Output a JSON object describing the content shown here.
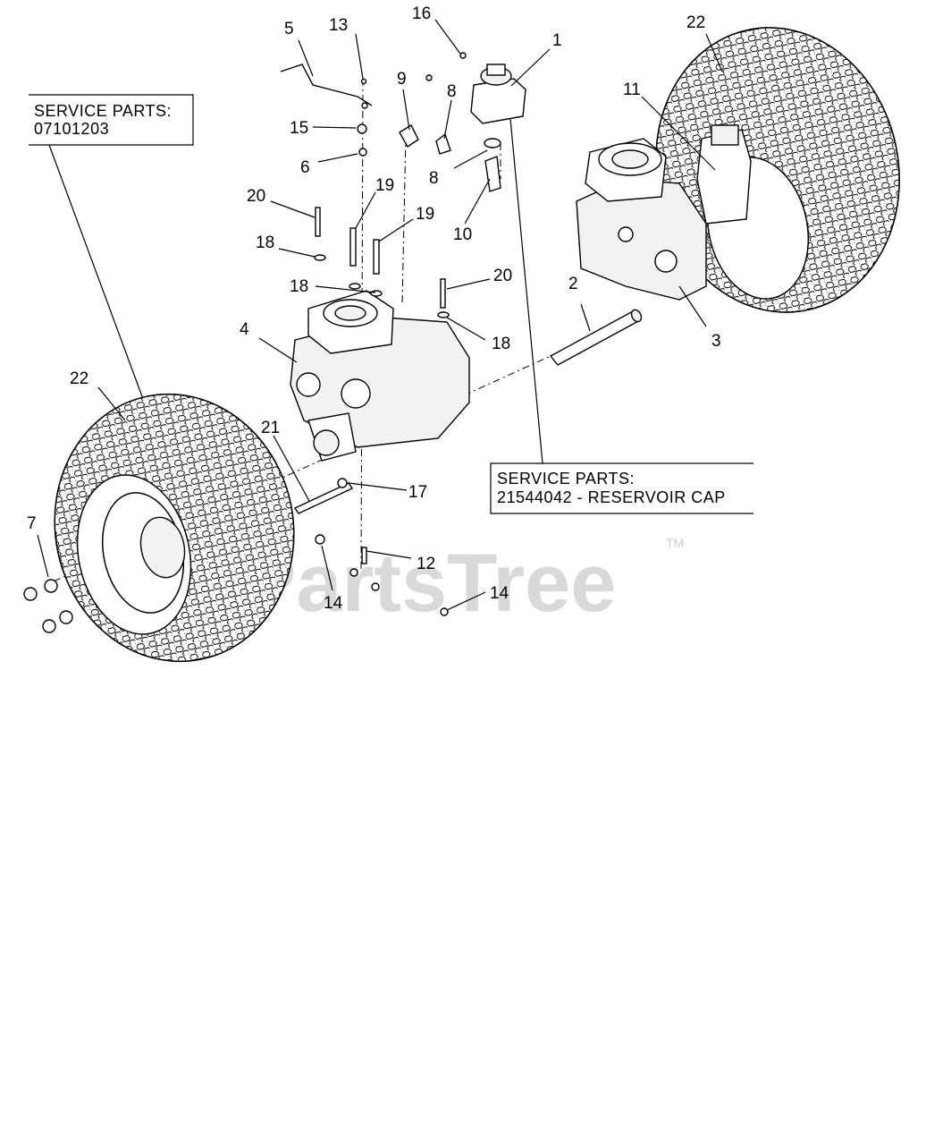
{
  "callouts": [
    {
      "id": "c1",
      "text": "1"
    },
    {
      "id": "c2",
      "text": "2"
    },
    {
      "id": "c3",
      "text": "3"
    },
    {
      "id": "c4",
      "text": "4"
    },
    {
      "id": "c5",
      "text": "5"
    },
    {
      "id": "c6",
      "text": "6"
    },
    {
      "id": "c7",
      "text": "7"
    },
    {
      "id": "c8a",
      "text": "8"
    },
    {
      "id": "c8b",
      "text": "8"
    },
    {
      "id": "c9",
      "text": "9"
    },
    {
      "id": "c10",
      "text": "10"
    },
    {
      "id": "c11",
      "text": "11"
    },
    {
      "id": "c12",
      "text": "12"
    },
    {
      "id": "c13",
      "text": "13"
    },
    {
      "id": "c14a",
      "text": "14"
    },
    {
      "id": "c14b",
      "text": "14"
    },
    {
      "id": "c15",
      "text": "15"
    },
    {
      "id": "c16",
      "text": "16"
    },
    {
      "id": "c17",
      "text": "17"
    },
    {
      "id": "c18a",
      "text": "18"
    },
    {
      "id": "c18b",
      "text": "18"
    },
    {
      "id": "c18c",
      "text": "18"
    },
    {
      "id": "c19a",
      "text": "19"
    },
    {
      "id": "c19b",
      "text": "19"
    },
    {
      "id": "c20a",
      "text": "20"
    },
    {
      "id": "c20b",
      "text": "20"
    },
    {
      "id": "c21",
      "text": "21"
    },
    {
      "id": "c22a",
      "text": "22"
    },
    {
      "id": "c22b",
      "text": "22"
    }
  ],
  "service_boxes": {
    "left": {
      "line1": "SERVICE PARTS:",
      "line2": "07101203"
    },
    "right": {
      "line1": "SERVICE PARTS:",
      "line2": "21544042 - RESERVOIR CAP"
    }
  },
  "watermark": {
    "text": "PartsTree",
    "trademark": "TM"
  }
}
